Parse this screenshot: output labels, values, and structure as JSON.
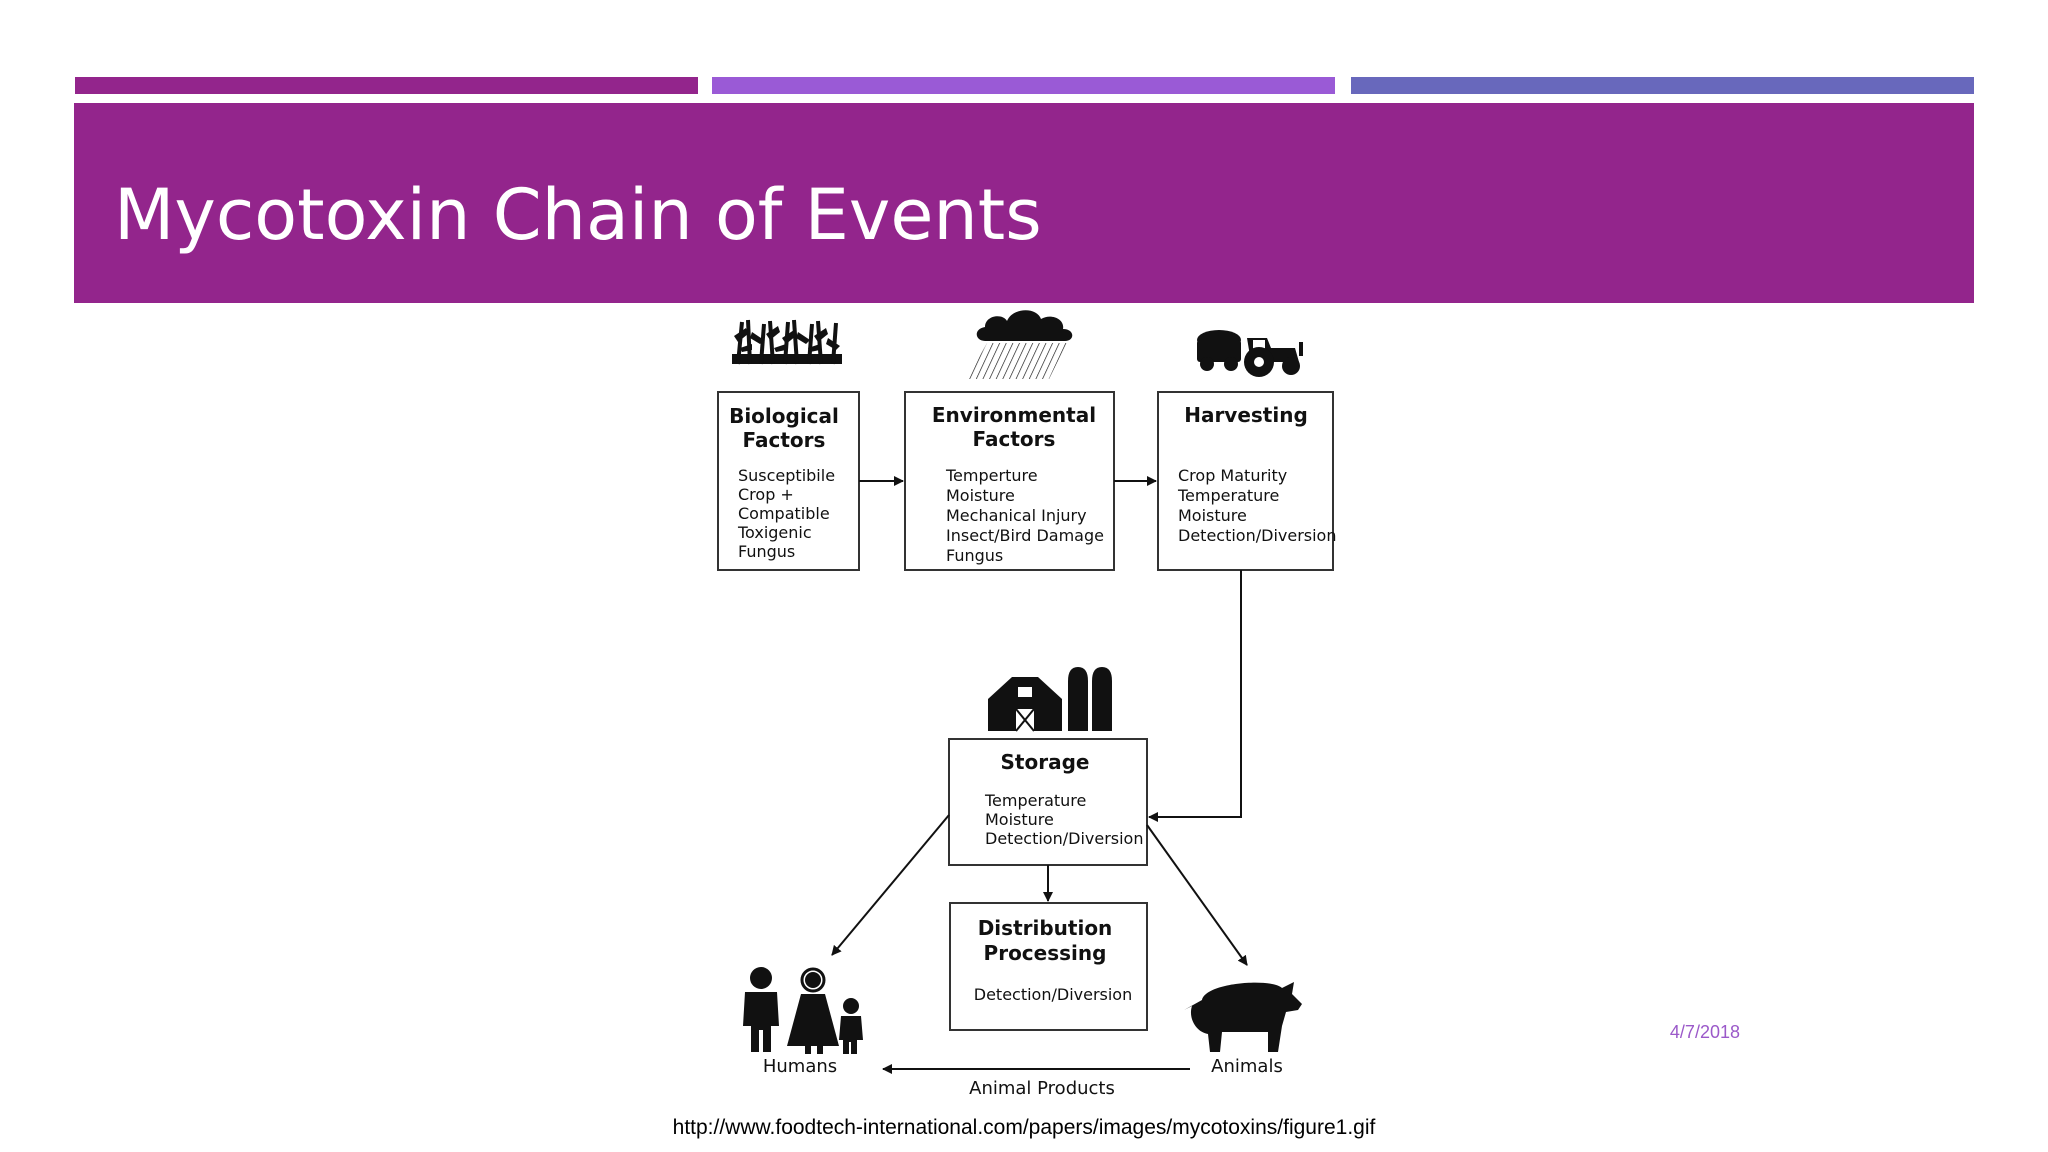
{
  "slide": {
    "title": "Mycotoxin Chain of Events",
    "date": "4/7/2018",
    "source": "http://www.foodtech-international.com/papers/images/mycotoxins/figure1.gif"
  },
  "colors": {
    "bar_1": "#93258c",
    "bar_2": "#9a5ad6",
    "bar_3": "#6868bc",
    "title_band": "#93258c"
  },
  "diagram": {
    "biological": {
      "title": [
        "Biological",
        "Factors"
      ],
      "items": [
        "Susceptibile",
        "Crop +",
        "Compatible",
        "Toxigenic",
        "Fungus"
      ],
      "icon": "corn-crop-icon"
    },
    "environmental": {
      "title": [
        "Environmental",
        "Factors"
      ],
      "items": [
        "Temperture",
        "Moisture",
        "Mechanical Injury",
        "Insect/Bird Damage",
        "Fungus"
      ],
      "icon": "rain-cloud-icon"
    },
    "harvesting": {
      "title": [
        "Harvesting"
      ],
      "items": [
        "Crop Maturity",
        "Temperature",
        "Moisture",
        "Detection/Diversion"
      ],
      "icon": "tractor-icon"
    },
    "storage": {
      "title": [
        "Storage"
      ],
      "items": [
        "Temperature",
        "Moisture",
        "Detection/Diversion"
      ],
      "icon": "barn-silo-icon"
    },
    "distribution": {
      "title": [
        "Distribution",
        "Processing"
      ],
      "items": [
        "Detection/Diversion"
      ]
    },
    "humans": {
      "label": "Humans",
      "icon": "family-icon"
    },
    "animals": {
      "label": "Animals",
      "icon": "pig-icon"
    },
    "animal_products": {
      "label": "Animal Products"
    }
  }
}
